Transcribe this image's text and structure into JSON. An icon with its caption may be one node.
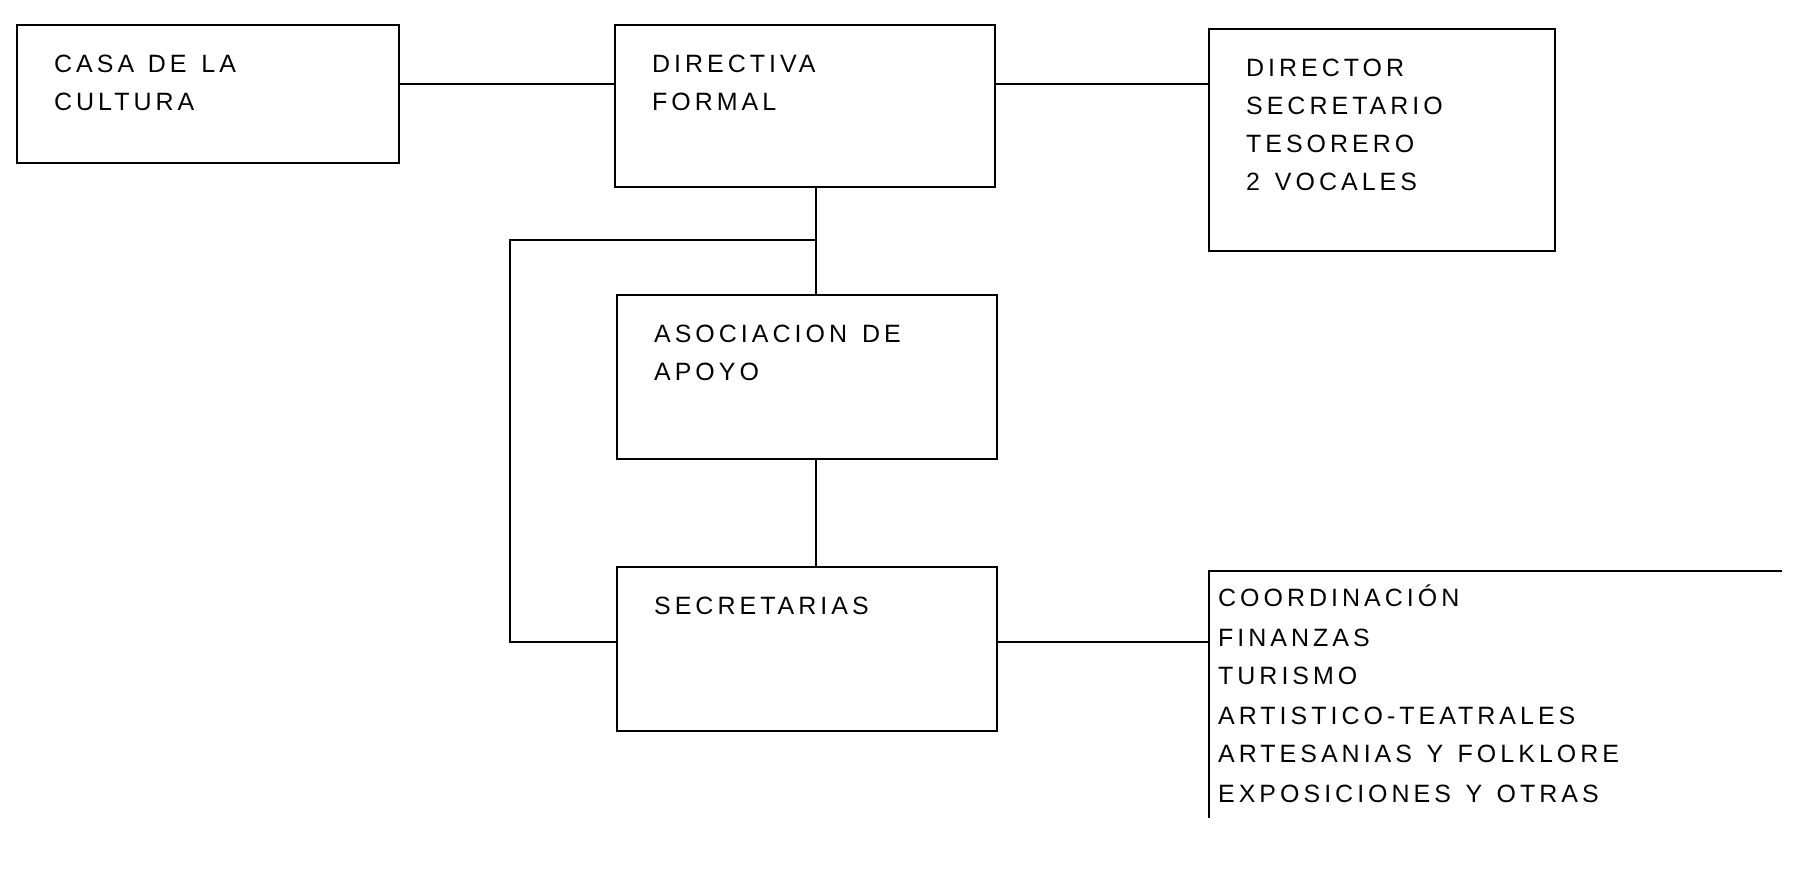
{
  "diagram": {
    "nodes": [
      {
        "text": [
          "CASA DE LA CULTURA"
        ]
      },
      {
        "text": [
          "DIRECTIVA FORMAL"
        ]
      },
      {
        "text": [
          "DIRECTOR",
          "SECRETARIO",
          "TESORERO",
          "2 VOCALES"
        ]
      },
      {
        "text": [
          "ASOCIACION DE APOYO"
        ]
      },
      {
        "text": [
          "SECRETARIAS"
        ]
      },
      {
        "text": [
          "COORDINACIÓN",
          "FINANZAS",
          "TURISMO",
          "ARTISTICO-TEATRALES",
          "ARTESANIAS Y FOLKLORE",
          "EXPOSICIONES Y OTRAS"
        ]
      }
    ],
    "edges": [
      {
        "from": 0,
        "to": 1,
        "arrow": "none"
      },
      {
        "from": 1,
        "to": 2,
        "arrow": "none"
      },
      {
        "from": 1,
        "to": 3,
        "arrow": "none"
      },
      {
        "from": 3,
        "to": 4,
        "arrow": "none"
      },
      {
        "from": 1,
        "to": 4,
        "arrow": "none"
      },
      {
        "from": 4,
        "to": 5,
        "arrow": "none"
      }
    ]
  }
}
